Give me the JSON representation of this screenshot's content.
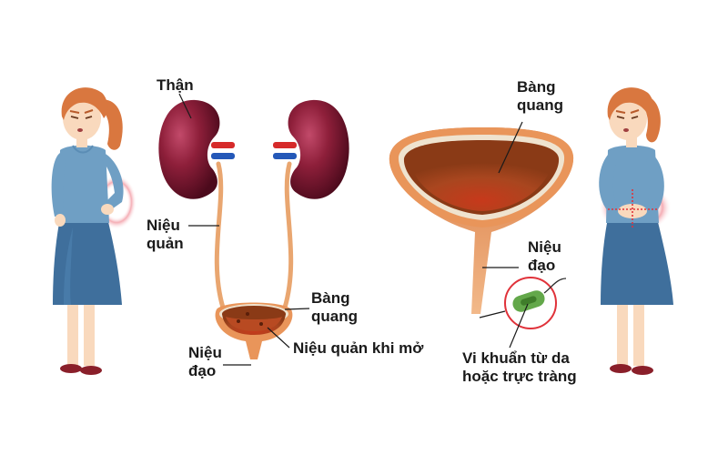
{
  "colors": {
    "background": "#ffffff",
    "kidney": "#8e1f3a",
    "kidney_dark": "#5a0f22",
    "artery": "#d62a2a",
    "vein": "#2458b8",
    "ureter": "#e9a670",
    "bladder_outer": "#e9955a",
    "bladder_rim": "#efe3cf",
    "bladder_inner": "#8a3a16",
    "bladder_fluid": "#b84a22",
    "bacteria": "#63a84a",
    "bacteria_circle": "#e0323a",
    "pain_glow": "#f08a95",
    "hair": "#d9773f",
    "skin": "#f9d9bd",
    "shirt": "#6f9fc4",
    "skirt": "#3f6f9c",
    "shoes": "#8a1f2a",
    "label_text": "#1a1a1a"
  },
  "labels": {
    "kidney": "Thận",
    "ureter": [
      "Niệu",
      "quản"
    ],
    "bladder_small": [
      "Bàng",
      "quang"
    ],
    "urethra_small": [
      "Niệu",
      "đạo"
    ],
    "ureteral_openings": "Niệu quản khi mở",
    "bladder_large": [
      "Bàng",
      "quang"
    ],
    "urethra_large": [
      "Niệu",
      "đạo"
    ],
    "bacteria": [
      "Vi khuẩn từ da",
      "hoặc trực tràng"
    ]
  },
  "figures": {
    "left_woman": "woman holding lower back in pain",
    "right_woman": "woman holding abdomen in pain"
  }
}
